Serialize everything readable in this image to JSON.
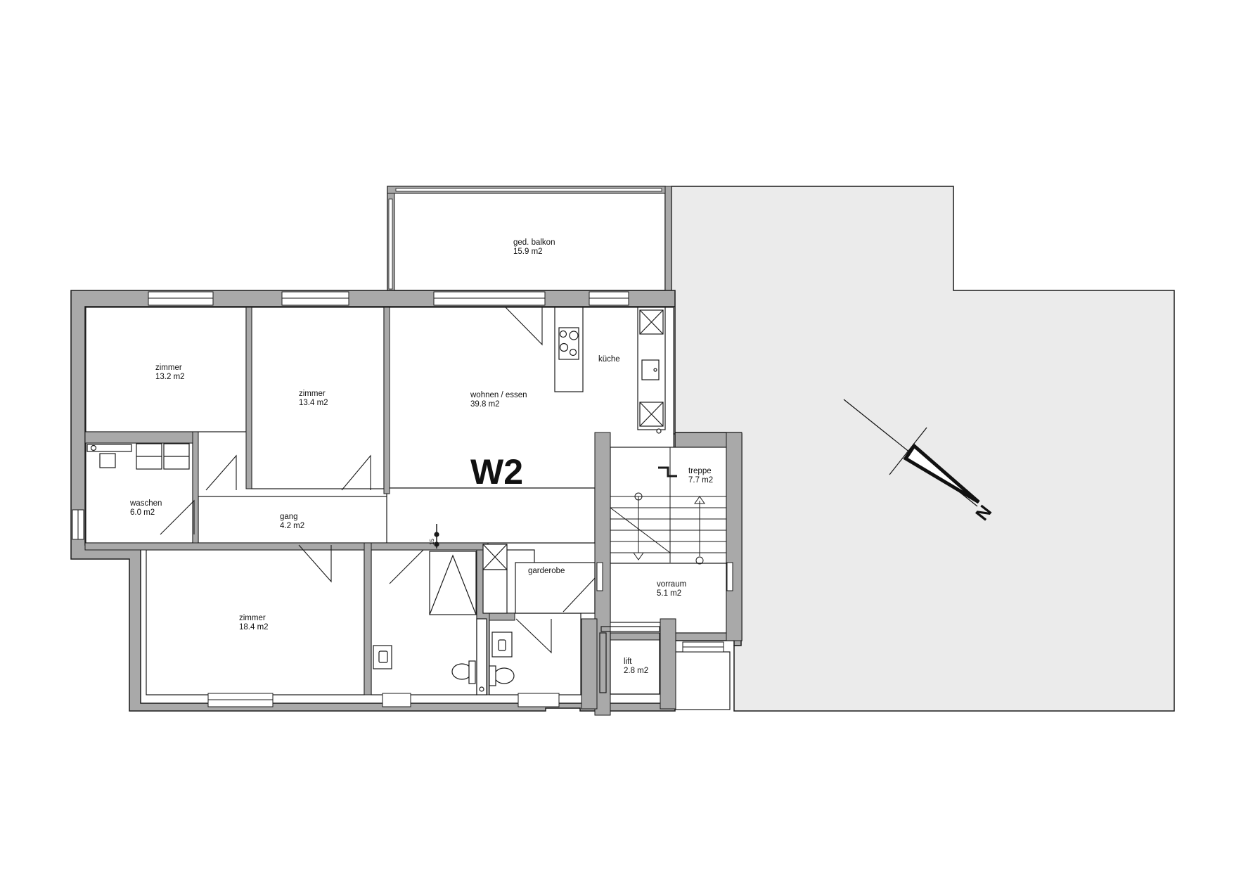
{
  "plan": {
    "unit_label": "W2",
    "north_label": "N",
    "dimension_note": "15",
    "colors": {
      "wall": "#a9a9a9",
      "outline": "#1a1a1a",
      "terrace": "#ebebeb",
      "background": "#ffffff"
    }
  },
  "rooms": {
    "balkon": {
      "name": "ged. balkon",
      "area": "15.9 m2"
    },
    "zimmer_1": {
      "name": "zimmer",
      "area": "13.2 m2"
    },
    "zimmer_2": {
      "name": "zimmer",
      "area": "13.4 m2"
    },
    "wohnen": {
      "name": "wohnen / essen",
      "area": "39.8 m2"
    },
    "kueche": {
      "name": "küche"
    },
    "waschen": {
      "name": "waschen",
      "area": "6.0 m2"
    },
    "gang": {
      "name": "gang",
      "area": "4.2 m2"
    },
    "treppe": {
      "name": "treppe",
      "area": "7.7 m2"
    },
    "garderobe": {
      "name": "garderobe"
    },
    "vorraum": {
      "name": "vorraum",
      "area": "5.1 m2"
    },
    "zimmer_3": {
      "name": "zimmer",
      "area": "18.4 m2"
    },
    "lift": {
      "name": "lift",
      "area": "2.8 m2"
    }
  }
}
